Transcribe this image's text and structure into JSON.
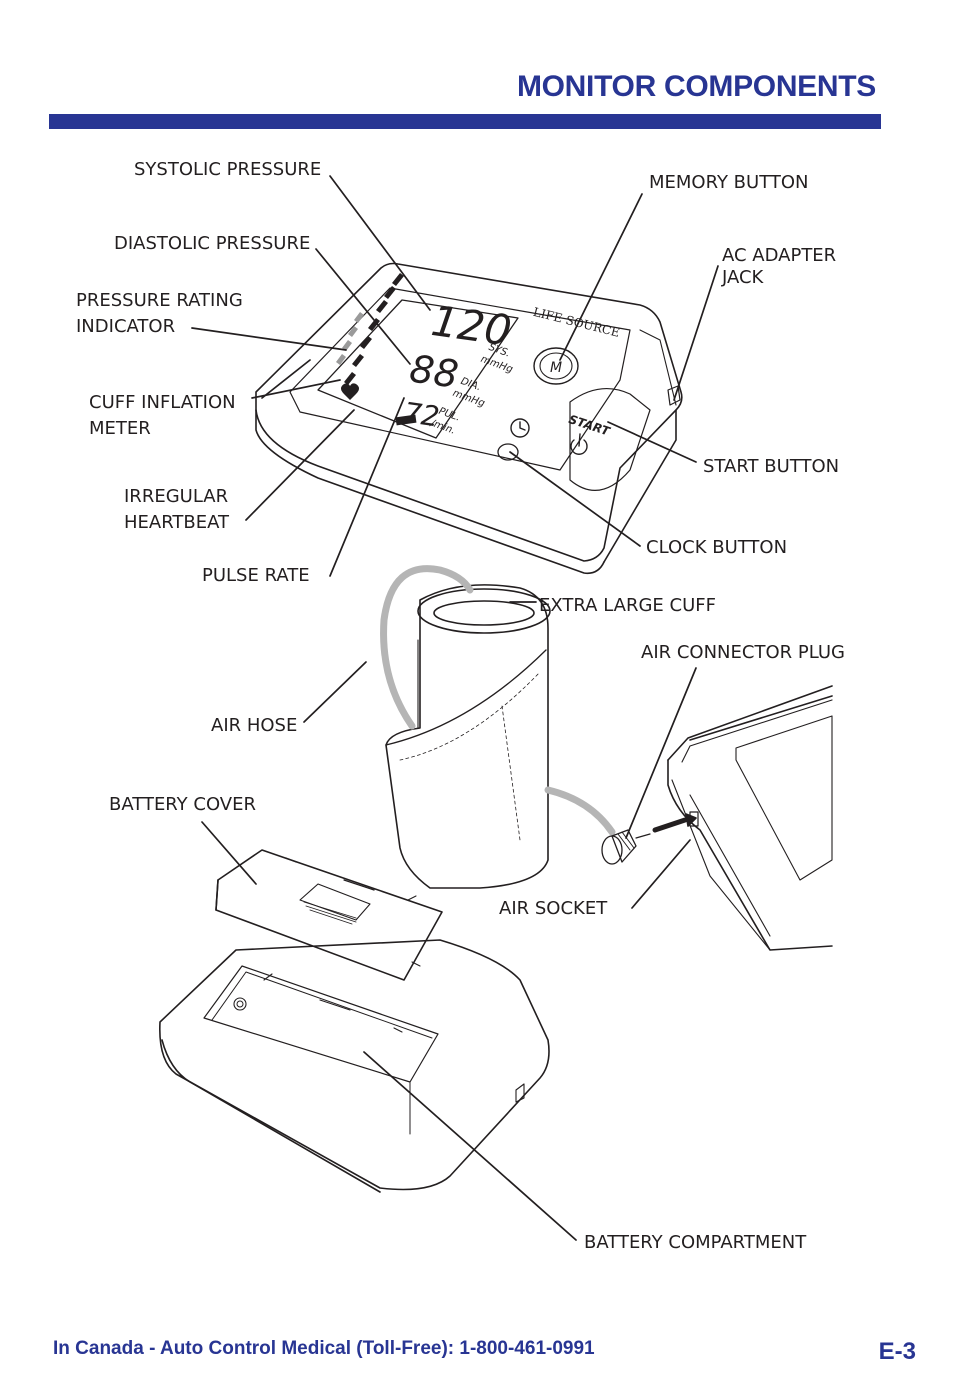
{
  "title": "MONITOR COMPONENTS",
  "labels": {
    "systolic": "SYSTOLIC PRESSURE",
    "diastolic": "DIASTOLIC PRESSURE",
    "pressure_rating_1": "PRESSURE RATING",
    "pressure_rating_2": "INDICATOR",
    "cuff_inflation_1": "CUFF INFLATION",
    "cuff_inflation_2": "METER",
    "irregular_1": "IRREGULAR",
    "irregular_2": "HEARTBEAT",
    "pulse_rate": "PULSE RATE",
    "memory_button": "MEMORY BUTTON",
    "ac_adapter_1": "AC ADAPTER",
    "ac_adapter_2": "JACK",
    "start_button": "START BUTTON",
    "clock_button": "CLOCK BUTTON",
    "extra_large_cuff": "EXTRA LARGE CUFF",
    "air_connector_plug": "AIR CONNECTOR PLUG",
    "air_hose": "AIR HOSE",
    "battery_cover": "BATTERY COVER",
    "air_socket": "AIR SOCKET",
    "battery_compartment": "BATTERY COMPARTMENT"
  },
  "display": {
    "sys_value": "120",
    "dia_value": "88",
    "pulse_value": "72",
    "sys_unit_1": "SYS.",
    "sys_unit_2": "mmHg",
    "dia_unit_1": "DIA.",
    "dia_unit_2": "mmHg",
    "pul_unit_1": "PUL.",
    "pul_unit_2": "/min.",
    "memory_key": "M",
    "start_key": "START",
    "brand": "LIFE SOURCE"
  },
  "footer": {
    "contact": "In Canada - Auto Control Medical (Toll-Free): 1-800-461-0991",
    "page": "E-3"
  }
}
